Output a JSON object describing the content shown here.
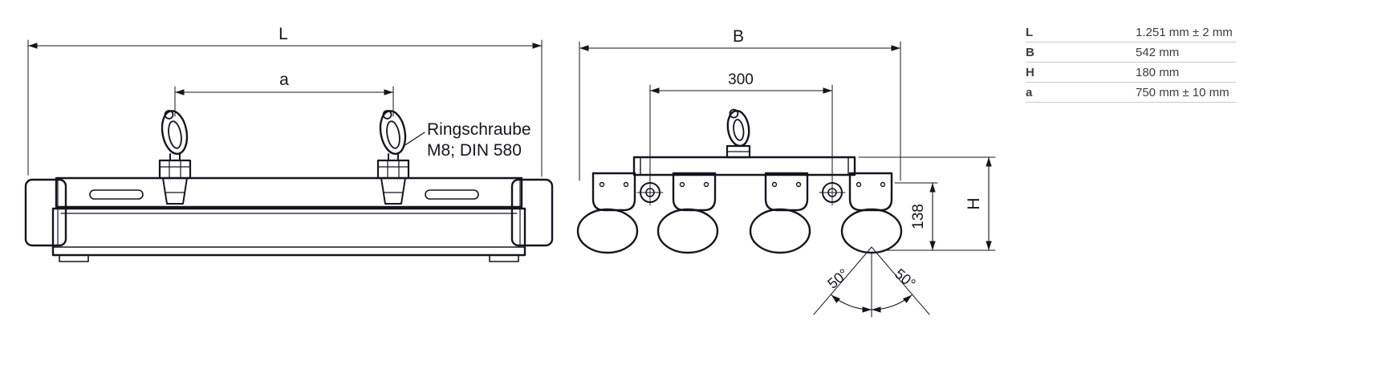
{
  "drawing": {
    "front_view": {
      "dim_length_label": "L",
      "dim_spacing_label": "a",
      "callout_line1": "Ringschraube",
      "callout_line2": "M8; DIN 580"
    },
    "side_view": {
      "dim_width_label": "B",
      "dim_hook_spacing": "300",
      "dim_hook_height": "138",
      "dim_height_label": "H",
      "angle_left": "50°",
      "angle_right": "50°"
    }
  },
  "dimension_table": {
    "rows": [
      {
        "key": "L",
        "value": "1.251 mm ± 2 mm"
      },
      {
        "key": "B",
        "value": "542 mm"
      },
      {
        "key": "H",
        "value": "180 mm"
      },
      {
        "key": "a",
        "value": "750 mm ± 10 mm"
      }
    ]
  },
  "colors": {
    "line": "#15151f",
    "table_text": "#3c3c3c",
    "table_divider": "#c9c9c9"
  }
}
